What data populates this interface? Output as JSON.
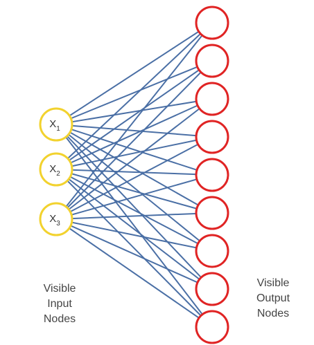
{
  "colors": {
    "edge": "#4a6fa5",
    "input_node_stroke": "#f2d22e",
    "output_node_stroke": "#e02424",
    "node_fill": "#ffffff",
    "text": "#444444"
  },
  "input_nodes": [
    {
      "letter": "X",
      "sub": "1"
    },
    {
      "letter": "X",
      "sub": "2"
    },
    {
      "letter": "X",
      "sub": "3"
    }
  ],
  "output_node_count": 9,
  "connectivity": "fully-connected",
  "captions": {
    "input": [
      "Visible",
      "Input",
      "Nodes"
    ],
    "output": [
      "Visible",
      "Output",
      "Nodes"
    ]
  }
}
